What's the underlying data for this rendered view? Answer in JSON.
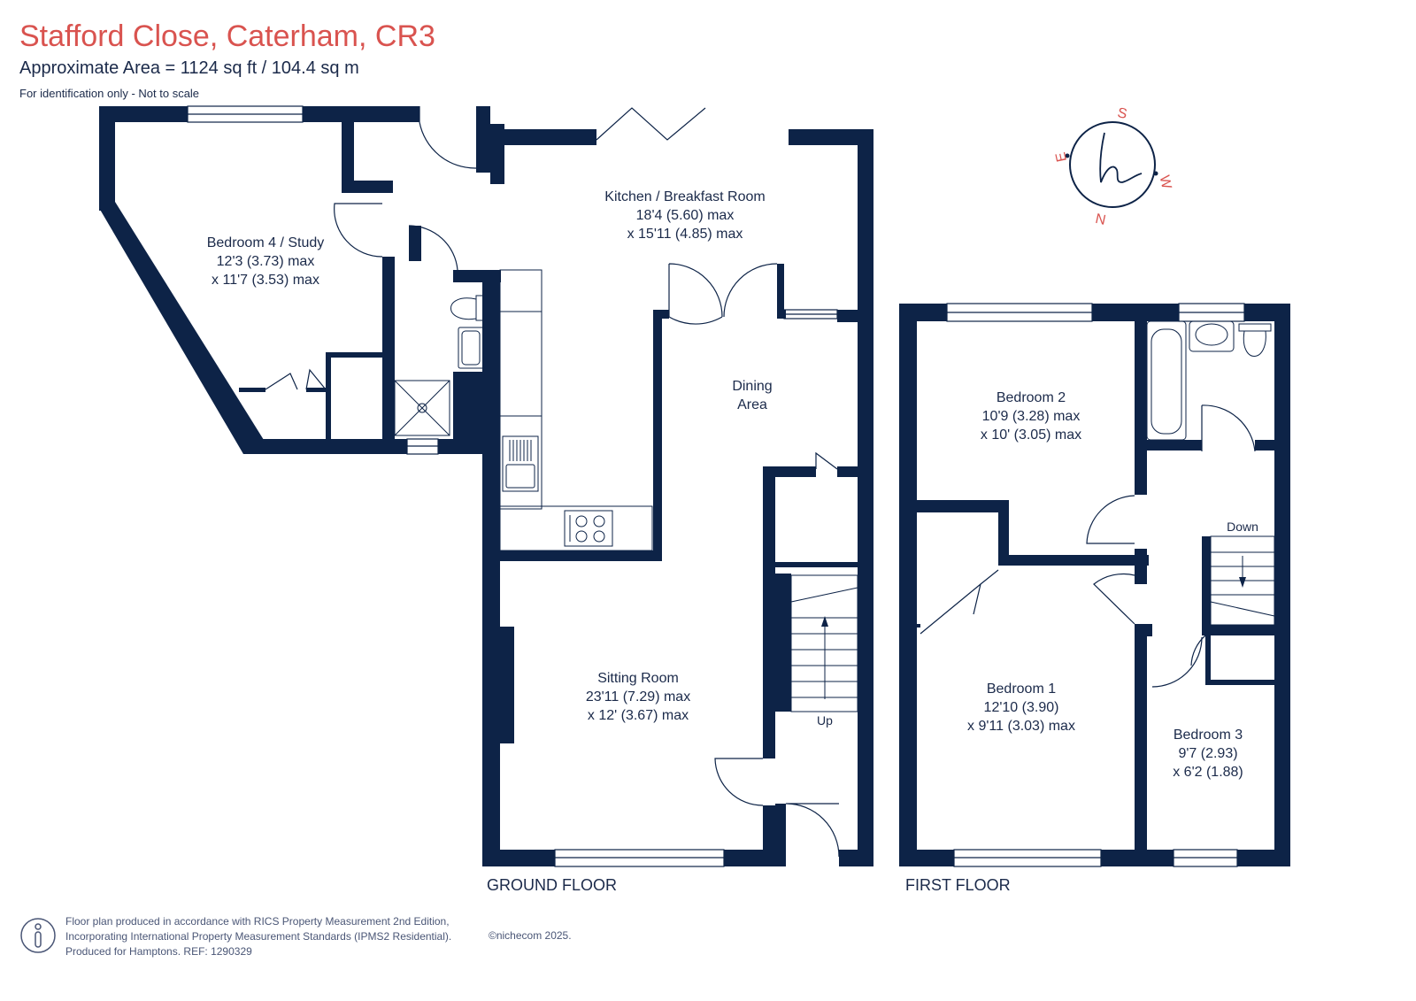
{
  "header": {
    "title": "Stafford Close, Caterham, CR3",
    "area": "Approximate Area = 1124 sq ft / 104.4 sq m",
    "note": "For identification only - Not to scale"
  },
  "rooms": {
    "bedroom4": {
      "name": "Bedroom 4 / Study",
      "dim1": "12'3 (3.73) max",
      "dim2": "x 11'7 (3.53) max"
    },
    "kitchen": {
      "name": "Kitchen / Breakfast Room",
      "dim1": "18'4 (5.60) max",
      "dim2": "x 15'11 (4.85) max"
    },
    "dining": {
      "line1": "Dining",
      "line2": "Area"
    },
    "sitting": {
      "name": "Sitting Room",
      "dim1": "23'11 (7.29) max",
      "dim2": "x 12' (3.67) max"
    },
    "bedroom2": {
      "name": "Bedroom 2",
      "dim1": "10'9 (3.28) max",
      "dim2": "x 10' (3.05) max"
    },
    "bedroom1": {
      "name": "Bedroom 1",
      "dim1": "12'10 (3.90)",
      "dim2": "x 9'11 (3.03) max"
    },
    "bedroom3": {
      "name": "Bedroom 3",
      "dim1": "9'7 (2.93)",
      "dim2": "x 6'2 (1.88)"
    }
  },
  "stairs": {
    "up": "Up",
    "down": "Down"
  },
  "floors": {
    "ground": "GROUND FLOOR",
    "first": "FIRST FLOOR"
  },
  "compass": {
    "s": "S",
    "w": "W",
    "n": "N",
    "e": "E"
  },
  "footer": {
    "line1": "Floor plan produced in accordance with RICS Property Measurement 2nd Edition,",
    "line2": "Incorporating International Property Measurement Standards (IPMS2 Residential).",
    "line3": "Produced for Hamptons.   REF:  1290329",
    "copyright": "©nichecom 2025."
  },
  "colors": {
    "wall": "#0d2347",
    "accent": "#d9534f",
    "text": "#1b2a4a"
  }
}
